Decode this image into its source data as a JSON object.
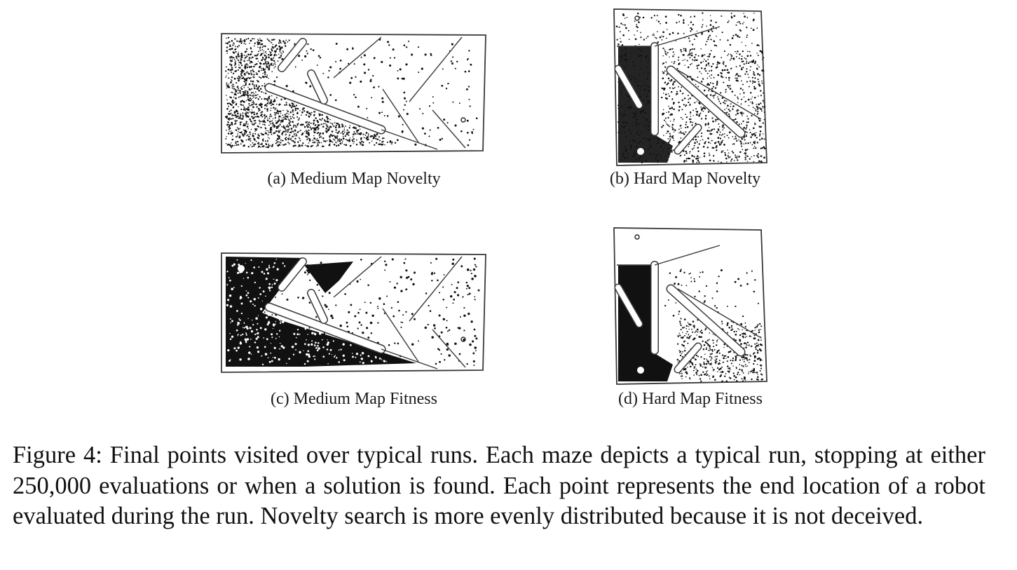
{
  "panels": [
    {
      "id": "a",
      "label": "(a) Medium Map Novelty",
      "map": "medium",
      "search": "novelty"
    },
    {
      "id": "b",
      "label": "(b) Hard Map Novelty",
      "map": "hard",
      "search": "novelty"
    },
    {
      "id": "c",
      "label": "(c) Medium Map Fitness",
      "map": "medium",
      "search": "fitness"
    },
    {
      "id": "d",
      "label": "(d) Hard Map Fitness",
      "map": "hard",
      "search": "fitness"
    }
  ],
  "caption": {
    "text": "Figure  4: Final points visited over typical runs. Each maze depicts a typical run, stopping at either 250,000 evaluations or when a solution is found. Each point represents the end location of a robot evaluated during the run. Novelty search is more evenly distributed because it is not deceived."
  }
}
